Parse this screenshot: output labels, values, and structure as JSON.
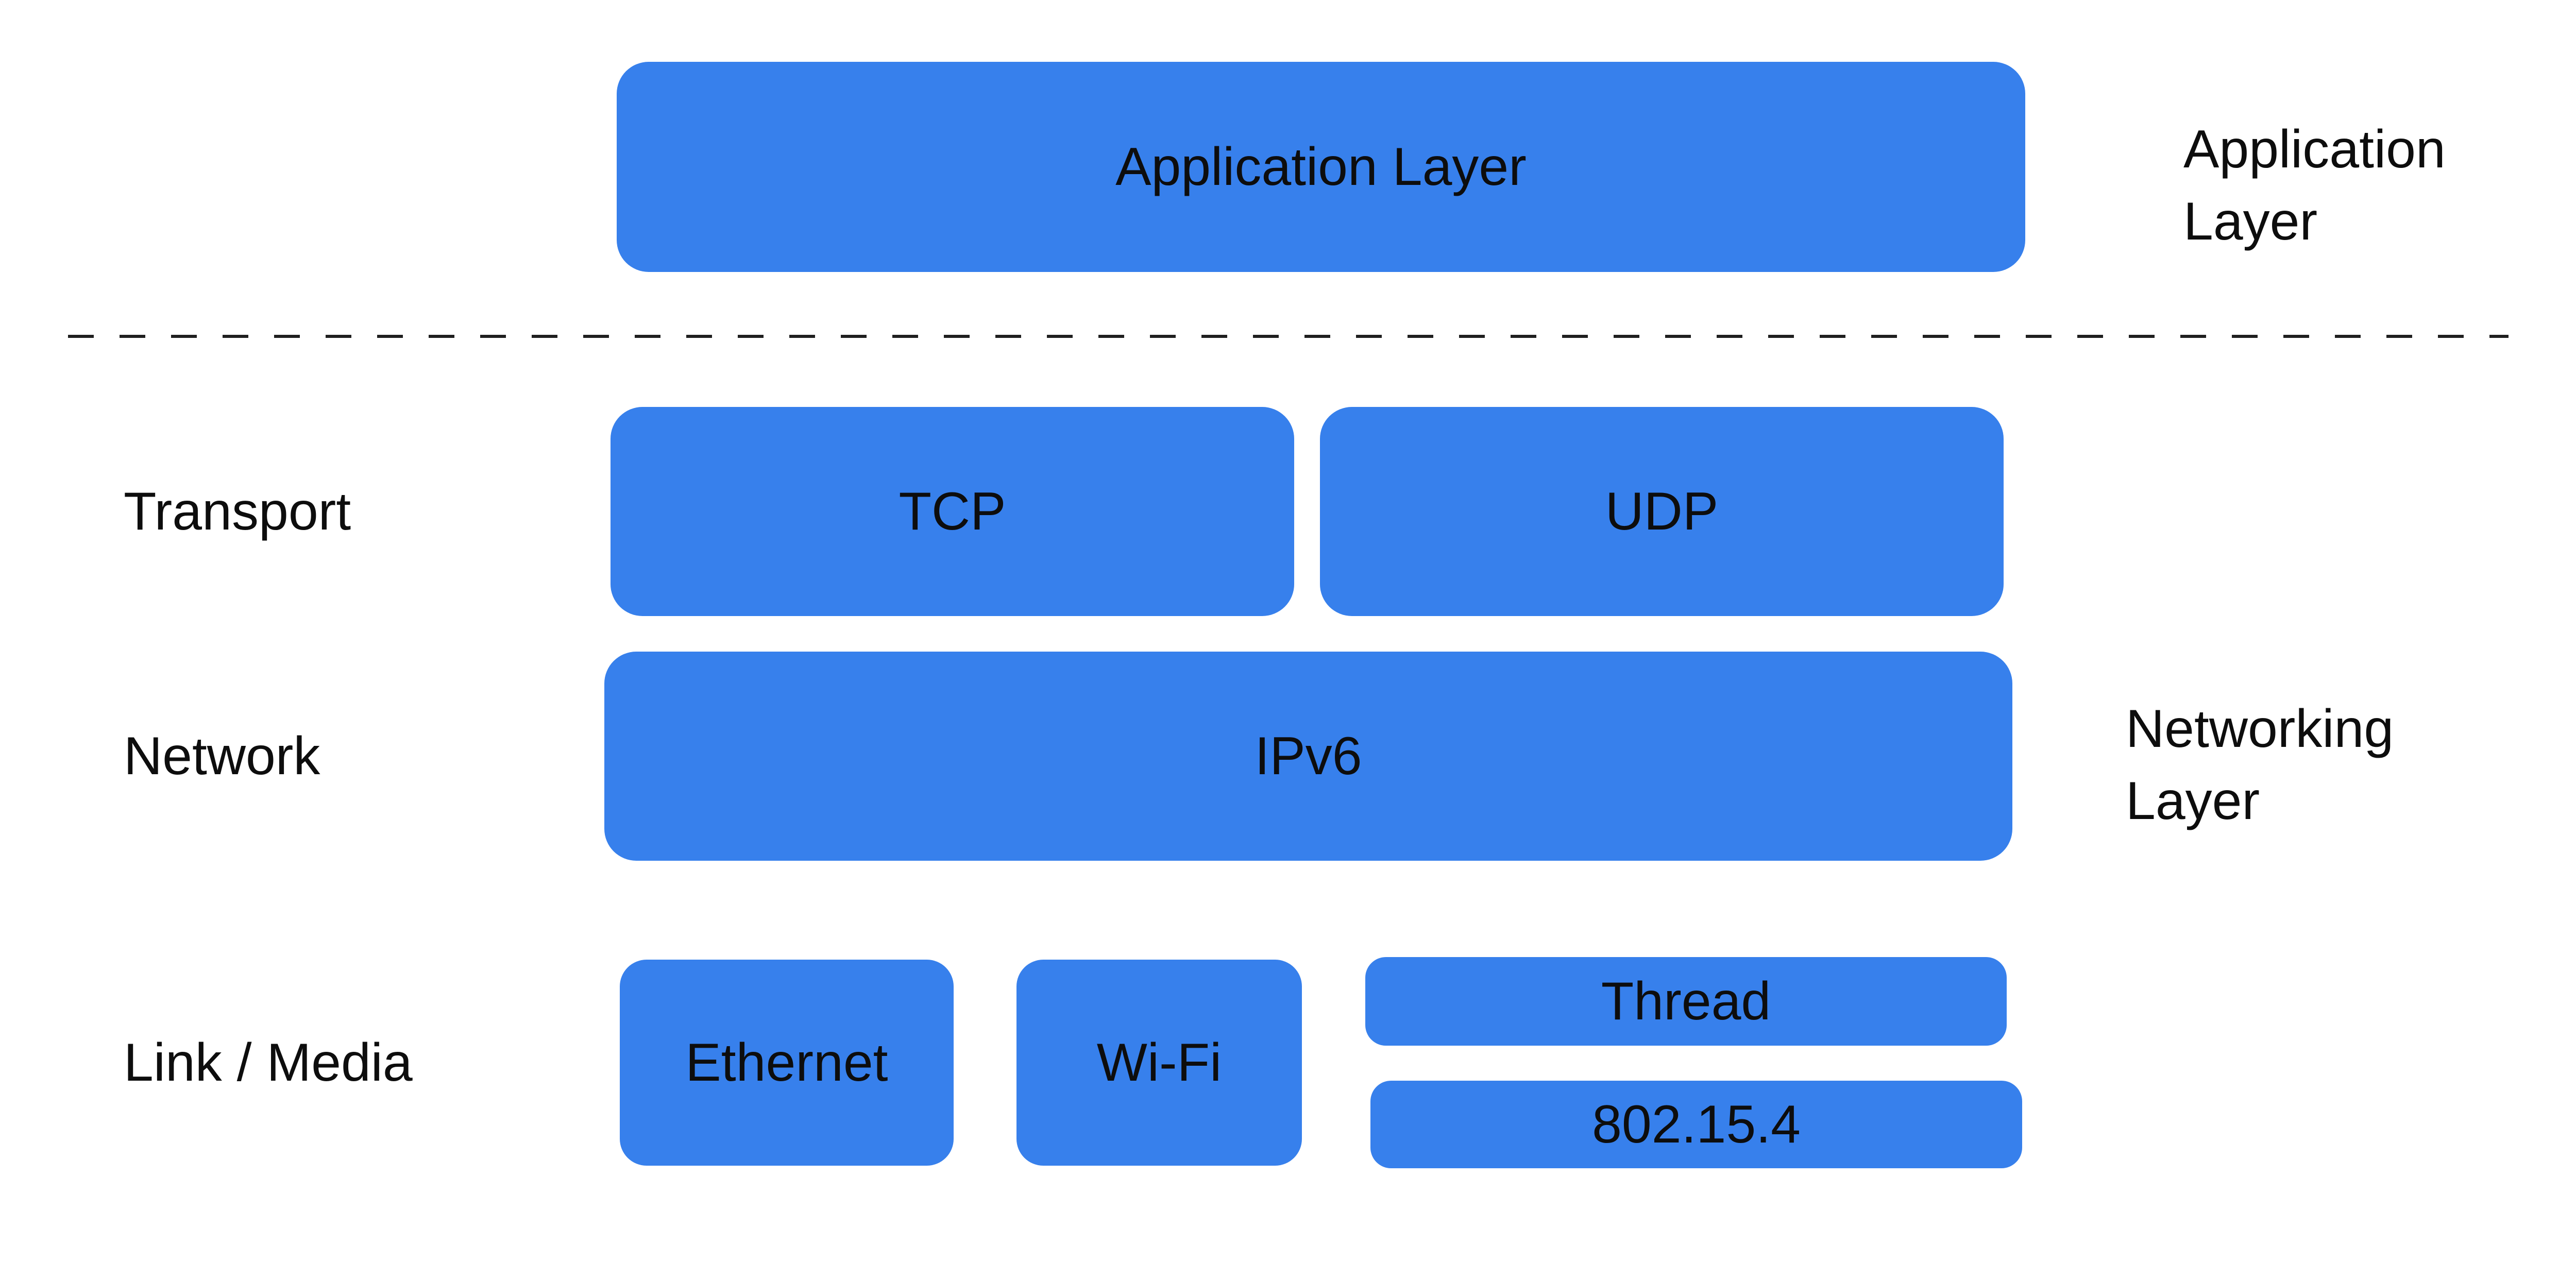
{
  "colors": {
    "box_fill": "#3780EC",
    "text": "#0d0d0d",
    "dash_line": "#1f1f1f",
    "background": "#ffffff"
  },
  "stack": {
    "application": {
      "box_label": "Application Layer",
      "side_label": "Application Layer"
    },
    "transport": {
      "row_label": "Transport",
      "boxes": {
        "tcp": "TCP",
        "udp": "UDP"
      }
    },
    "network": {
      "row_label": "Network",
      "boxes": {
        "ipv6": "IPv6"
      },
      "side_label": "Networking Layer"
    },
    "link_media": {
      "row_label": "Link / Media",
      "boxes": {
        "ethernet": "Ethernet",
        "wifi": "Wi-Fi",
        "thread": "Thread",
        "ieee_802_15_4": "802.15.4"
      }
    }
  }
}
